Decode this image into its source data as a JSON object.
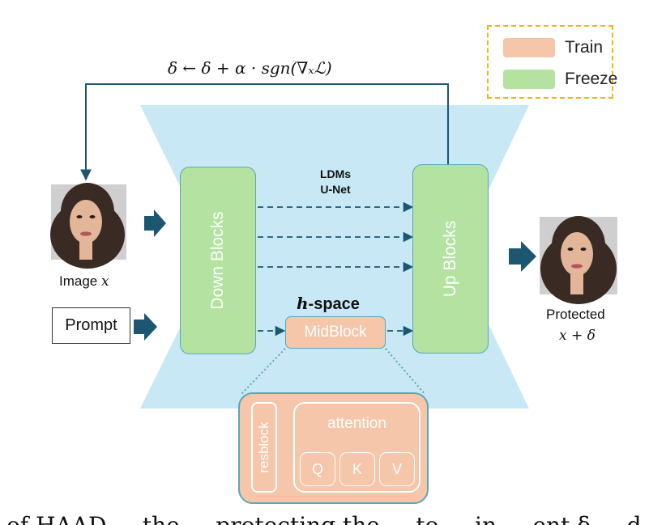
{
  "legend": {
    "train_label": "Train",
    "freeze_label": "Freeze",
    "train_color": "#f5c6aa",
    "freeze_color": "#b3e2a1"
  },
  "update_rule": "δ ← δ + α · sgn(∇ₓℒ)",
  "unet_title": "LDMs",
  "unet_subtitle": "U-Net",
  "down_blocks": "Down Blocks",
  "up_blocks": "Up Blocks",
  "hspace_label": "-space",
  "hspace_letter": "h",
  "midblock": "MidBlock",
  "zoom": {
    "resblock": "resblock",
    "attention": "attention",
    "q": "Q",
    "k": "K",
    "v": "V"
  },
  "input_image_label": "Image ",
  "input_image_var": "x",
  "prompt": "Prompt",
  "output_label": "Protected",
  "output_expr": "x + δ",
  "caption_fragment": "of HAAD ... the ... protecting the ... to ... in ... ent δ ... d",
  "colors": {
    "unet_bg": "#c9e8f6",
    "arrow": "#1c5670",
    "border": "#5aa7b5"
  }
}
